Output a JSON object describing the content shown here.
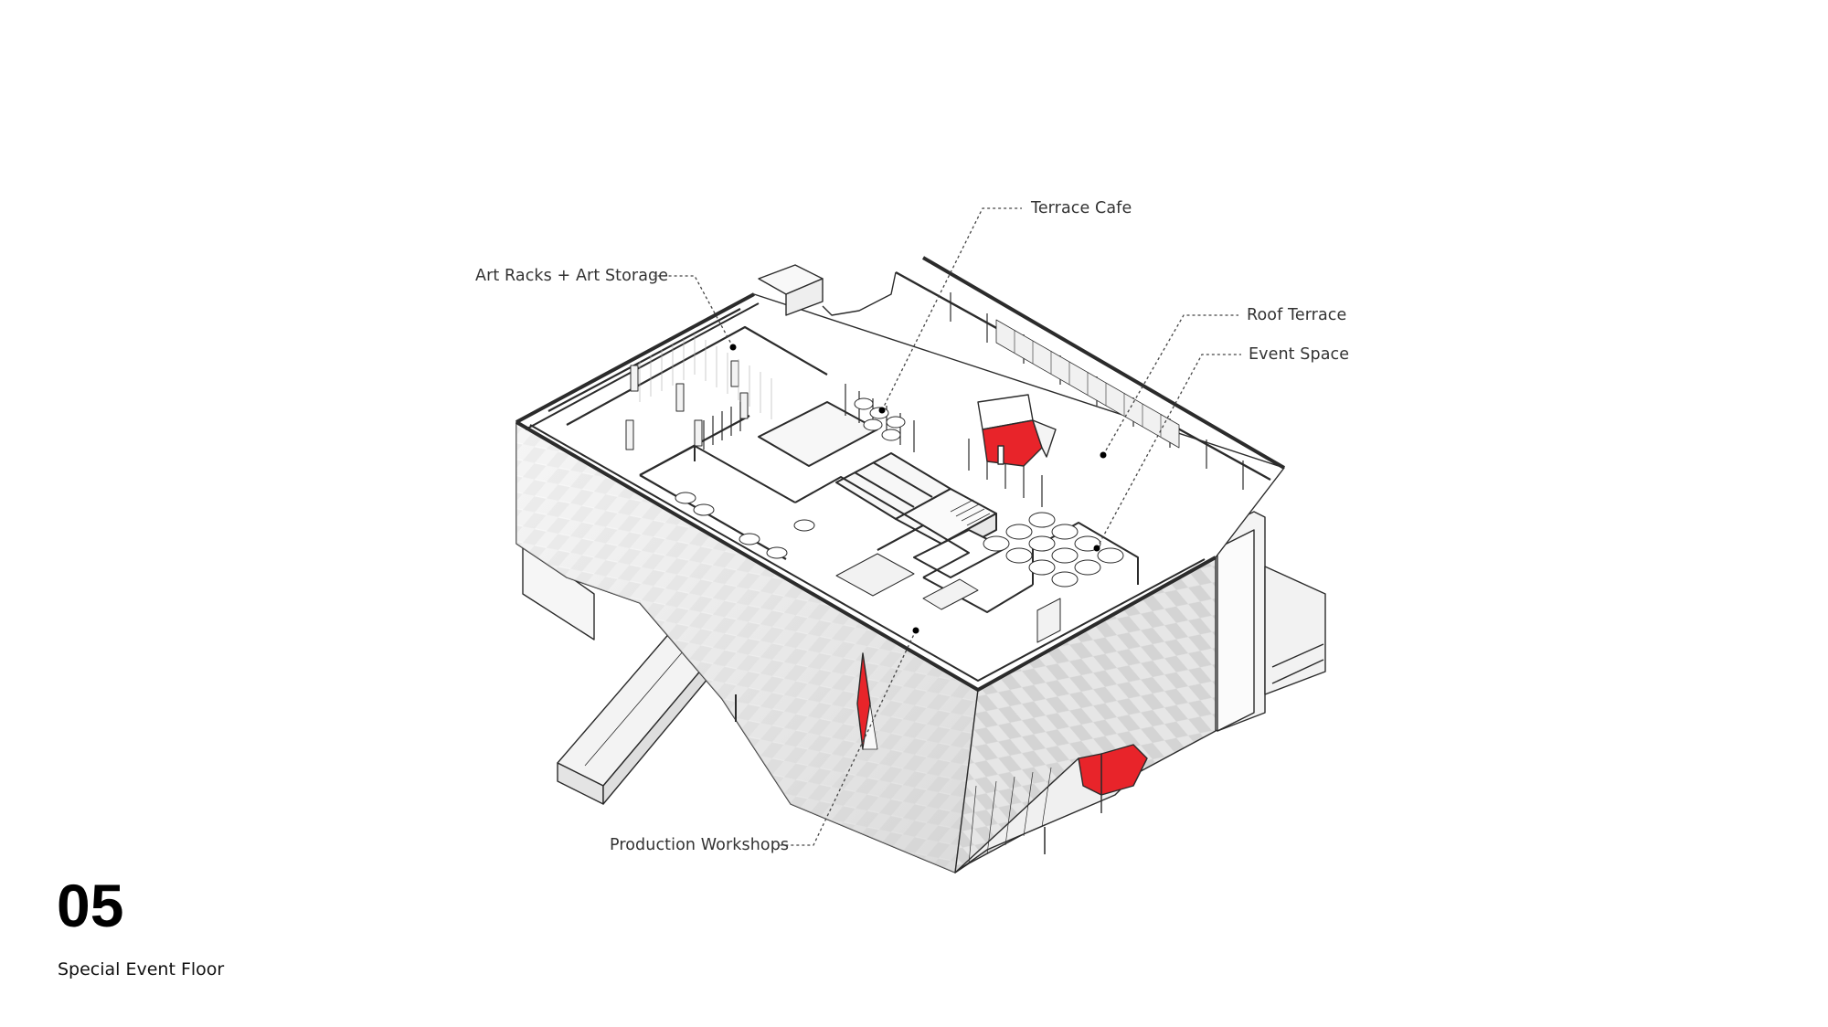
{
  "floor": {
    "number": "05",
    "name": "Special Event Floor"
  },
  "callouts": {
    "terrace_cafe": "Terrace Cafe",
    "art_racks": "Art Racks +  Art Storage",
    "roof_terrace": "Roof Terrace",
    "event_space": "Event Space",
    "production_workshops": "Production Workshops"
  },
  "colors": {
    "accent": "#e8242a",
    "line": "#2b2b2b",
    "facade": "#e9e9e9"
  }
}
